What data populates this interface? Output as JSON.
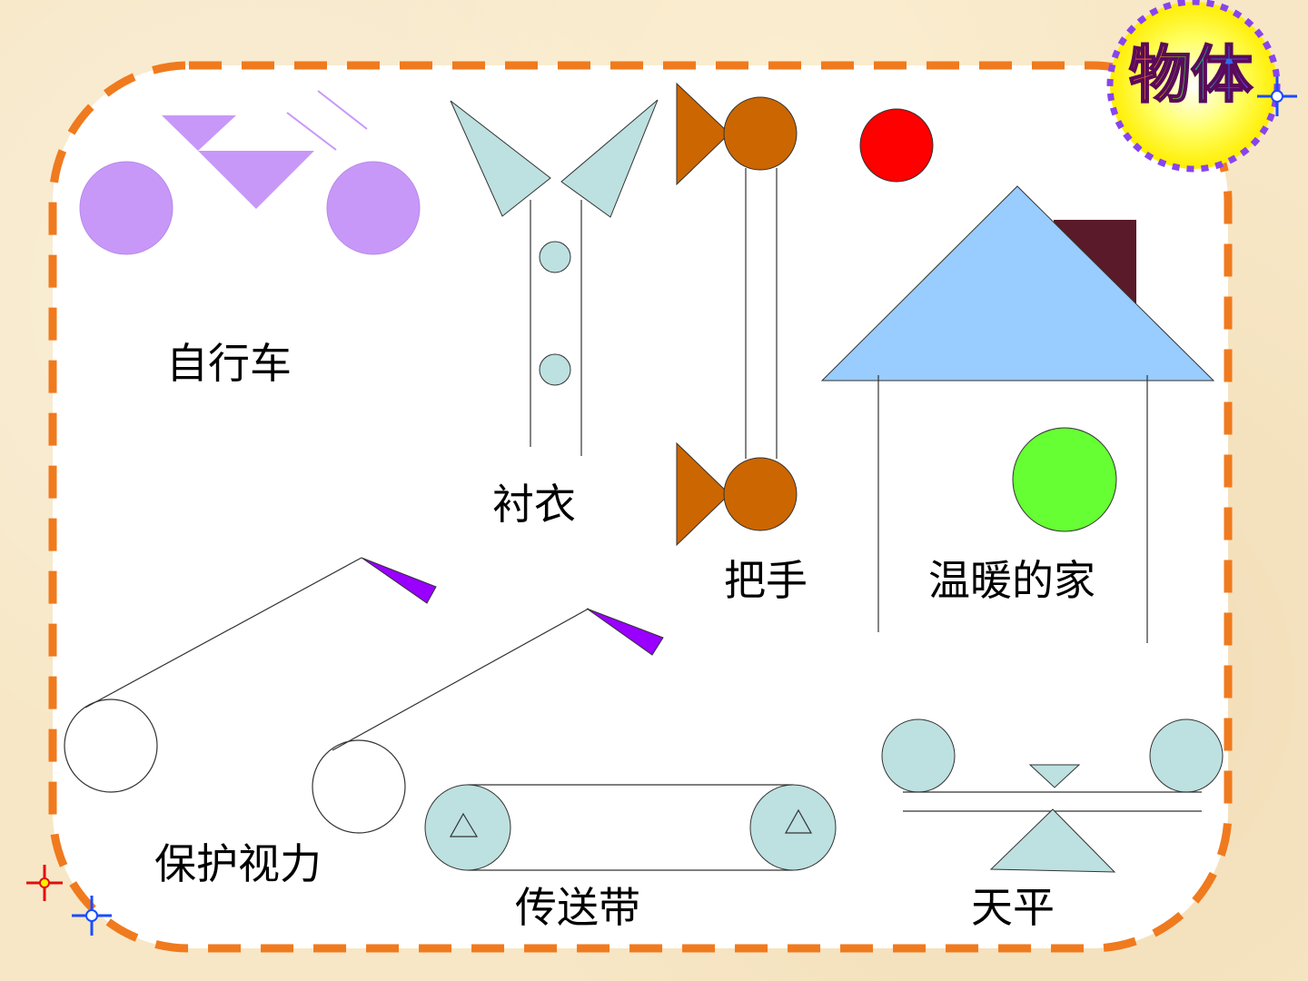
{
  "badge": {
    "text": "物体"
  },
  "labels": {
    "bicycle": "自行车",
    "shirt": "衬衣",
    "handle": "把手",
    "house": "温暖的家",
    "eye_protection": "保护视力",
    "conveyor": "传送带",
    "balance": "天平"
  },
  "colors": {
    "border_dash": "#f07a1e",
    "panel_fill": "#ffffff",
    "bicycle": "#c898f8",
    "shirt": "#bde0e0",
    "handle": "#cc6600",
    "sun": "#ff0000",
    "roof": "#99ccff",
    "chimney": "#5a1a2a",
    "house_window": "#66ff33",
    "lamp_shade": "#9900ff",
    "badge_fill": "#ffff33",
    "badge_dots": "#8844ee"
  },
  "icons": [
    "sparkle-icon"
  ]
}
